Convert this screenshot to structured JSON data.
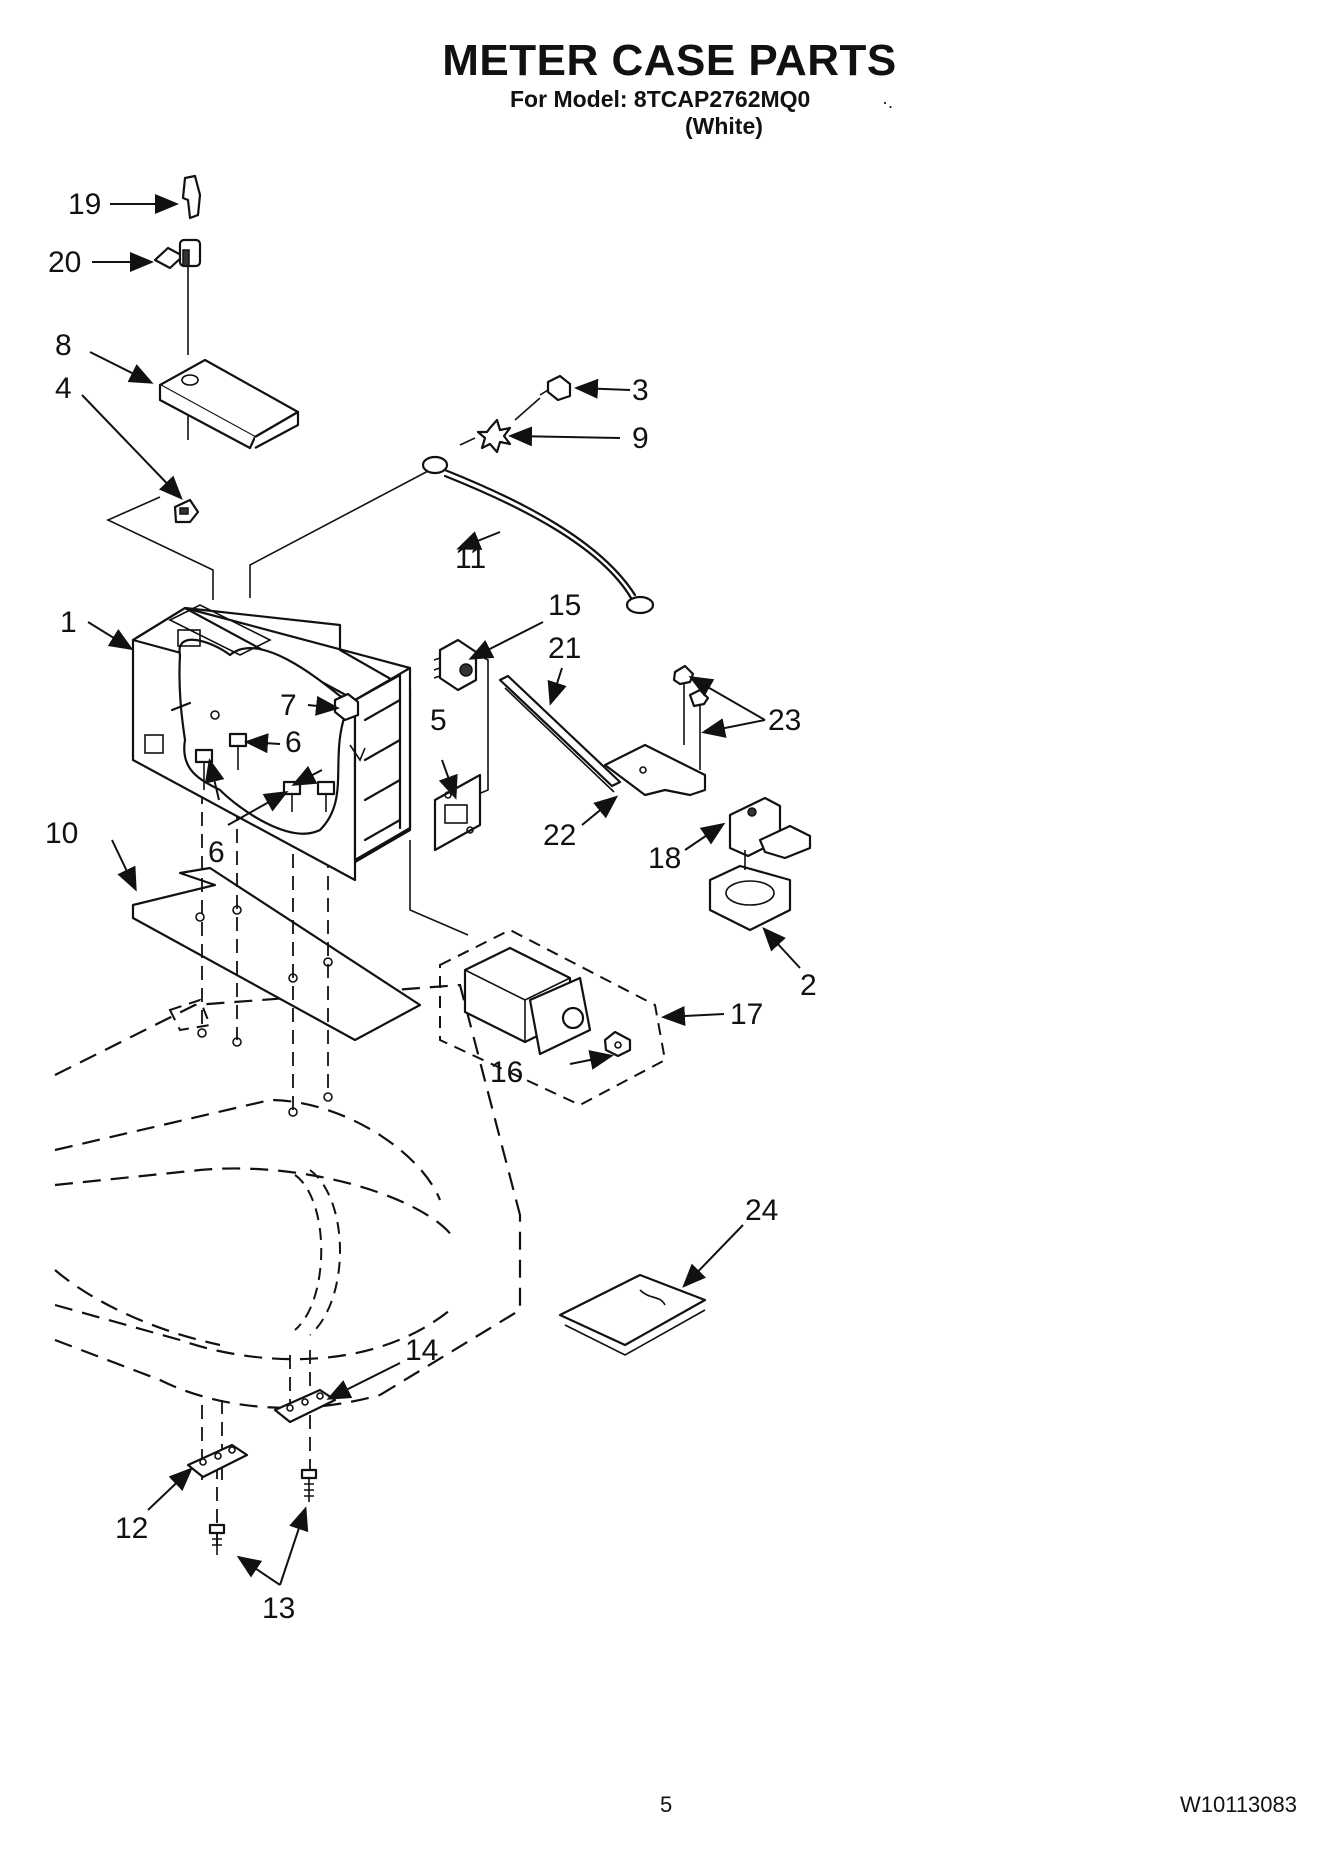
{
  "header": {
    "title": "METER CASE PARTS",
    "model_line": "For Model: 8TCAP2762MQ0",
    "variant": "(White)",
    "tick_mark": "·."
  },
  "footer": {
    "page_number": "5",
    "document_number": "W10113083"
  },
  "callouts": {
    "c1": "1",
    "c2": "2",
    "c3": "3",
    "c4": "4",
    "c5": "5",
    "c6a": "6",
    "c6b": "6",
    "c7": "7",
    "c8": "8",
    "c9": "9",
    "c10": "10",
    "c11": "11",
    "c12": "12",
    "c13": "13",
    "c14": "14",
    "c15": "15",
    "c16": "16",
    "c17": "17",
    "c18": "18",
    "c19": "19",
    "c20": "20",
    "c21": "21",
    "c22": "22",
    "c23": "23",
    "c24": "24"
  }
}
